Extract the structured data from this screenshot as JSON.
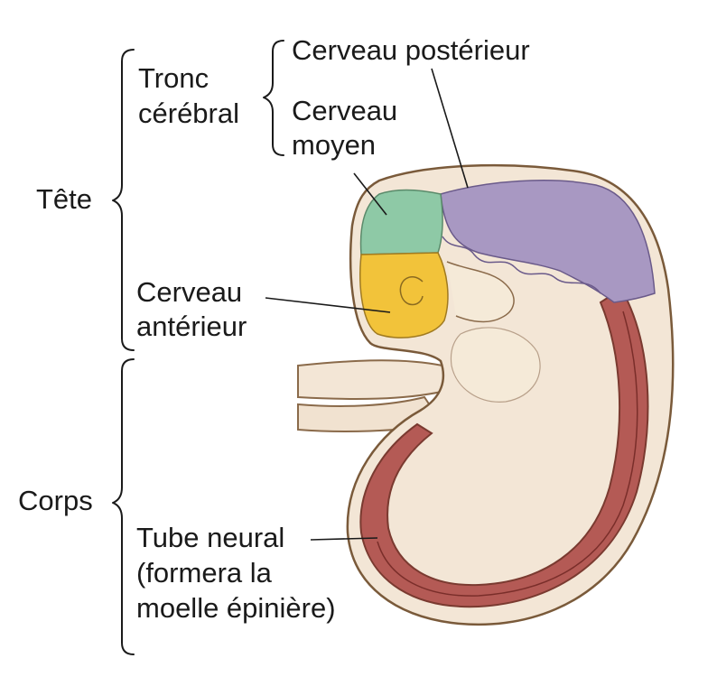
{
  "labels": {
    "tete": "Tête",
    "corps": "Corps",
    "tronc_line1": "Tronc",
    "tronc_line2": "cérébral",
    "cerveau_posterieur": "Cerveau postérieur",
    "cerveau_moyen_line1": "Cerveau",
    "cerveau_moyen_line2": "moyen",
    "cerveau_anterieur_line1": "Cerveau",
    "cerveau_anterieur_line2": "antérieur",
    "tube_line1": "Tube neural",
    "tube_line2": "(formera la",
    "tube_line3": "moelle épinière)"
  },
  "colors": {
    "skin": "#f3e6d6",
    "outline": "#7a5a3a",
    "hindbrain": "#a898c2",
    "midbrain": "#8ec9a6",
    "forebrain": "#f2c33a",
    "neural_tube": "#b45a55",
    "ink": "#1a1a1a"
  }
}
